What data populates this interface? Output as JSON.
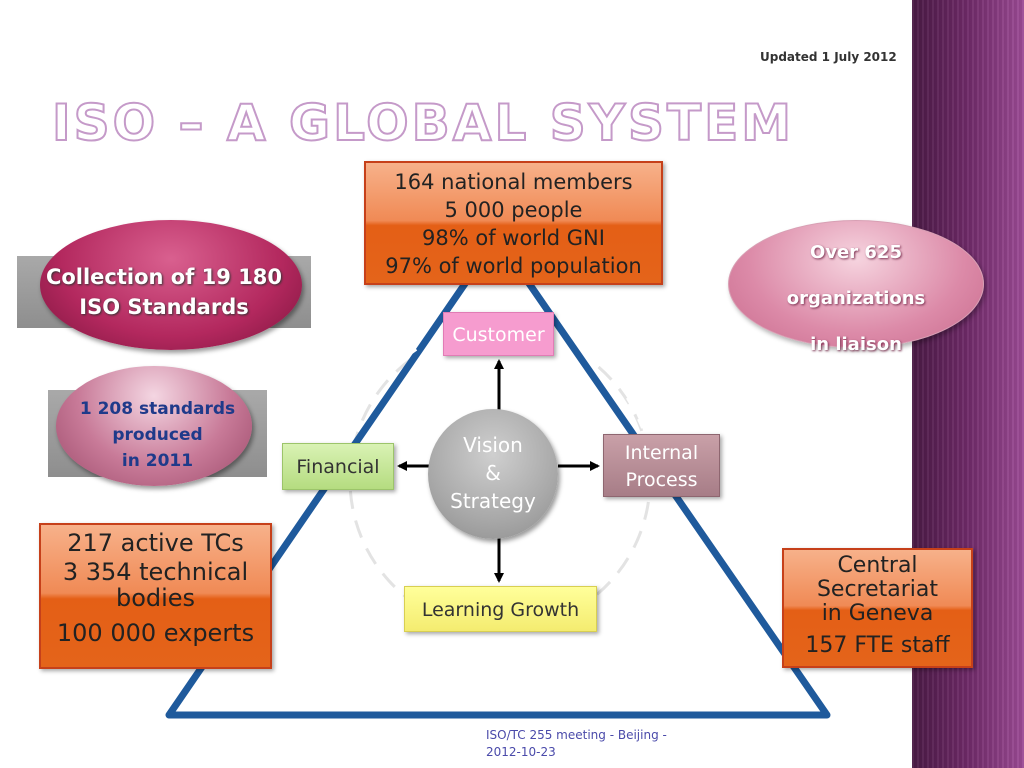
{
  "slide": {
    "updated": "Updated 1 July 2012",
    "title": "ISO – A GLOBAL SYSTEM",
    "footer": "ISO/TC 255 meeting - Beijing - 2012-10-23"
  },
  "members_box": {
    "line1": "164 national members",
    "line2": "5 000 people",
    "line3": "98% of world GNI",
    "line4": "97% of world population"
  },
  "collection": {
    "line1": "Collection of 19 180",
    "line2": "ISO Standards"
  },
  "produced": {
    "line1": "1 208 standards",
    "line2": "produced",
    "line3": "in 2011"
  },
  "liaison": {
    "line1": "Over 625",
    "line2": "organizations",
    "line3": "in liaison"
  },
  "tcs_box": {
    "line1": "217 active TCs",
    "line2": "3 354 technical",
    "line3": "bodies",
    "line4": "100 000 experts"
  },
  "central_box": {
    "line1": "Central",
    "line2": "Secretariat",
    "line3": "in Geneva",
    "line4": "157 FTE staff"
  },
  "scorecard": {
    "customer": "Customer",
    "financial": "Financial",
    "internal_line1": "Internal",
    "internal_line2": "Process",
    "learning": "Learning Growth",
    "vision_line1": "Vision",
    "vision_line2": "&",
    "vision_line3": "Strategy"
  },
  "colors": {
    "triangle": "#1f5a9c",
    "orange_box": "#e4641a",
    "title_outline": "#c59ac9",
    "side_strip": "#6f2a68"
  }
}
